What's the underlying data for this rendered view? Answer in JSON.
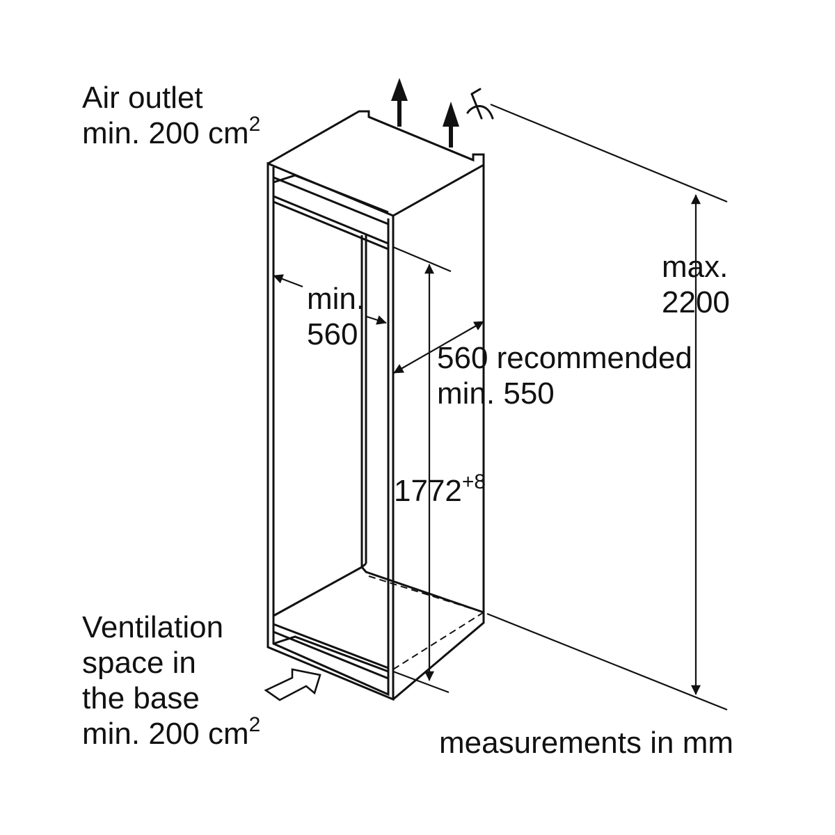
{
  "labels": {
    "air_outlet": {
      "line1": "Air outlet",
      "line2_text": "min. 200 cm",
      "line2_sup": "2"
    },
    "ventilation": {
      "line1": "Ventilation",
      "line2": "space in",
      "line3": "the base",
      "line4_text": "min. 200 cm",
      "line4_sup": "2"
    },
    "niche_width": {
      "line1": "min.",
      "line2": "560"
    },
    "niche_depth": {
      "line1": "560 recommended",
      "line2": "min. 550"
    },
    "max_height": {
      "line1": "max.",
      "line2": "2200"
    },
    "niche_height": {
      "value": "1772",
      "tolerance": "+8"
    },
    "units_note": "measurements in mm"
  },
  "colors": {
    "line": "#111111",
    "background": "#ffffff"
  },
  "icons": [
    "air-outlet-arrow-icon",
    "air-inlet-arrow-icon",
    "pivot-symbol-icon"
  ]
}
